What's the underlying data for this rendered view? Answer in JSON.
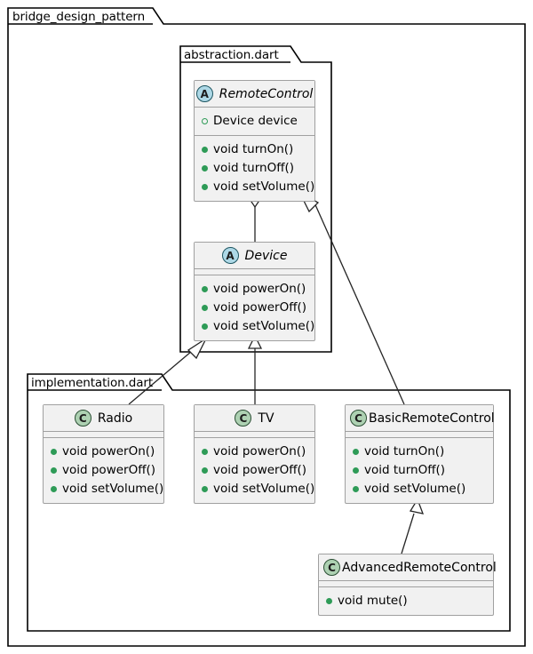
{
  "diagram": {
    "type": "uml-class-diagram",
    "root_package": "bridge_design_pattern",
    "packages": [
      {
        "name": "abstraction.dart"
      },
      {
        "name": "implementation.dart"
      }
    ]
  },
  "classes": {
    "remote_control": {
      "name": "RemoteControl",
      "stereotype": "A",
      "abstract": true,
      "fields": [
        {
          "visibility": "protected",
          "text": "Device device"
        }
      ],
      "methods": [
        {
          "visibility": "public",
          "text": "void turnOn()"
        },
        {
          "visibility": "public",
          "text": "void turnOff()"
        },
        {
          "visibility": "public",
          "text": "void setVolume()"
        }
      ]
    },
    "device": {
      "name": "Device",
      "stereotype": "A",
      "abstract": true,
      "fields": [],
      "methods": [
        {
          "visibility": "public",
          "text": "void powerOn()"
        },
        {
          "visibility": "public",
          "text": "void powerOff()"
        },
        {
          "visibility": "public",
          "text": "void setVolume()"
        }
      ]
    },
    "radio": {
      "name": "Radio",
      "stereotype": "C",
      "abstract": false,
      "fields": [],
      "methods": [
        {
          "visibility": "public",
          "text": "void powerOn()"
        },
        {
          "visibility": "public",
          "text": "void powerOff()"
        },
        {
          "visibility": "public",
          "text": "void setVolume()"
        }
      ]
    },
    "tv": {
      "name": "TV",
      "stereotype": "C",
      "abstract": false,
      "fields": [],
      "methods": [
        {
          "visibility": "public",
          "text": "void powerOn()"
        },
        {
          "visibility": "public",
          "text": "void powerOff()"
        },
        {
          "visibility": "public",
          "text": "void setVolume()"
        }
      ]
    },
    "basic_remote_control": {
      "name": "BasicRemoteControl",
      "stereotype": "C",
      "abstract": false,
      "fields": [],
      "methods": [
        {
          "visibility": "public",
          "text": "void turnOn()"
        },
        {
          "visibility": "public",
          "text": "void turnOff()"
        },
        {
          "visibility": "public",
          "text": "void setVolume()"
        }
      ]
    },
    "advanced_remote_control": {
      "name": "AdvancedRemoteControl",
      "stereotype": "C",
      "abstract": false,
      "fields": [],
      "methods": [
        {
          "visibility": "public",
          "text": "void mute()"
        }
      ]
    }
  },
  "relationships": [
    {
      "from": "RemoteControl",
      "to": "Device",
      "type": "aggregation"
    },
    {
      "from": "BasicRemoteControl",
      "to": "RemoteControl",
      "type": "inheritance"
    },
    {
      "from": "Radio",
      "to": "Device",
      "type": "inheritance"
    },
    {
      "from": "TV",
      "to": "Device",
      "type": "inheritance"
    },
    {
      "from": "AdvancedRemoteControl",
      "to": "BasicRemoteControl",
      "type": "inheritance"
    }
  ],
  "colors": {
    "abstract_badge": "#ADD8E6",
    "class_badge": "#ADD1B2",
    "public_marker": "#2E9B57",
    "box_fill": "#F1F1F1",
    "box_border": "#A0A0A0",
    "line": "#252525",
    "background": "#FFFFFF"
  }
}
